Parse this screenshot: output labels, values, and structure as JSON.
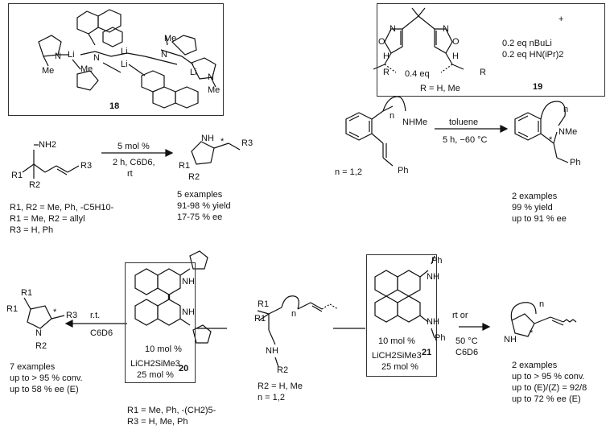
{
  "catalyst18": {
    "number": "18",
    "li": "Li",
    "n": "N",
    "me": "Me"
  },
  "ligand19": {
    "number": "19",
    "amount": "0.4 eq",
    "plus": "+",
    "nbuli": "0.2 eq nBuLi",
    "hn": "0.2 eq HN(iPr)2",
    "r_def": "R = H, Me",
    "r": "R",
    "h": "H",
    "n": "N",
    "o": "O"
  },
  "scheme1": {
    "nh2": "NH2",
    "r1": "R1",
    "r2": "R2",
    "r3": "R3",
    "cond_top": "5 mol %",
    "cond_bottom1": "2 h, C6D6,",
    "cond_bottom2": "rt",
    "product_nh": "NH",
    "star": "*",
    "subs": [
      "R1, R2 = Me, Ph, -C5H10-",
      "R1 = Me, R2 = allyl",
      "R3 = H, Ph"
    ],
    "results": [
      "5 examples",
      "91-98 % yield",
      "17-75 % ee"
    ]
  },
  "scheme2": {
    "nhme": "NHMe",
    "n_label": "n",
    "n_def": "n = 1,2",
    "ph": "Ph",
    "solvent": "toluene",
    "conditions": "5 h, −60 °C",
    "product_nme": "NMe",
    "star": "*",
    "results": [
      "2 examples",
      "99 % yield",
      "up to 91 % ee"
    ]
  },
  "scheme3": {
    "left_results": [
      "7 examples",
      "up to > 95 % conv.",
      "up to 58 % ee (E)"
    ],
    "left_cond_top": "r.t.",
    "left_cond_bottom": "C6D6",
    "cat20": {
      "number": "20",
      "loading": "10 mol %",
      "base": "LiCH2SiMe3",
      "base_amount": "25 mol %",
      "nh": "NH"
    },
    "sm": {
      "r1": "R1",
      "r2": "R2",
      "n": "n",
      "nh": "NH",
      "r2_def": "R2 = H, Me",
      "n_def": "n = 1,2"
    },
    "cat21": {
      "number": "21",
      "loading": "10 mol %",
      "base": "LiCH2SiMe3",
      "base_amount": "25 mol %",
      "nh": "NH",
      "ph": "Ph"
    },
    "right_cond": [
      "rt or",
      "50 °C",
      "C6D6"
    ],
    "right_product": {
      "n": "n",
      "nh": "NH",
      "star": "*"
    },
    "right_results": [
      "2 examples",
      "up to > 95 % conv.",
      "up to (E)/(Z) = 92/8",
      "up to 72 % ee (E)"
    ],
    "subs": [
      "R1 = Me, Ph, -(CH2)5-",
      "R3 = H, Me, Ph"
    ],
    "left_product": {
      "r1": "R1",
      "r2": "R2",
      "r3": "R3",
      "n": "N",
      "star": "*"
    }
  }
}
